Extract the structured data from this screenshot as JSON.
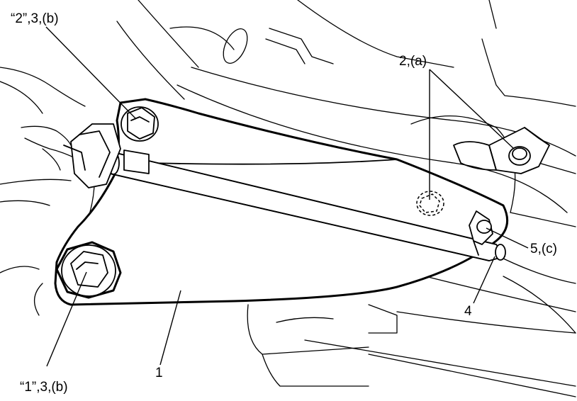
{
  "callouts": {
    "bolt_front_upper": "“2”,3,(b)",
    "bolt_front_lower": "“1”,3,(b)",
    "bolts_rear": "2,(a)",
    "nut_clamp": "5,(c)",
    "rod": "4",
    "arm": "1"
  }
}
